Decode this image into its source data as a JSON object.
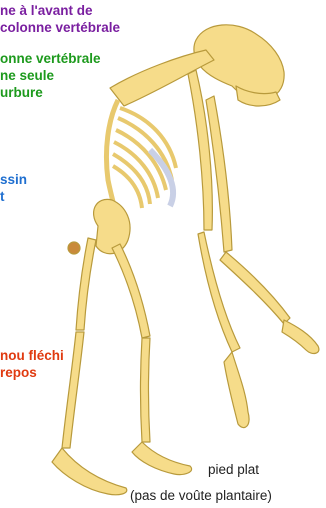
{
  "labels": {
    "foramen": {
      "line1": "ne à l'avant de",
      "line2": "colonne vertébrale",
      "color": "#7a1fa0"
    },
    "spine": {
      "line1": "onne vertébrale",
      "line2": "ne seule",
      "line3": "urbure",
      "color": "#1d9a1d"
    },
    "bassin": {
      "line1": "ssin",
      "line2": "t",
      "color": "#1f6fd0"
    },
    "genou": {
      "line1": "nou fléchi",
      "line2": "repos",
      "color": "#e03a10"
    },
    "foot": {
      "line1": "pied plat",
      "line2": "(pas de voûte plantaire)"
    }
  },
  "colors": {
    "bone": "#f6dc8a",
    "bone_outline": "#b89a3c",
    "rib_shadow": "#c9d0e6"
  }
}
